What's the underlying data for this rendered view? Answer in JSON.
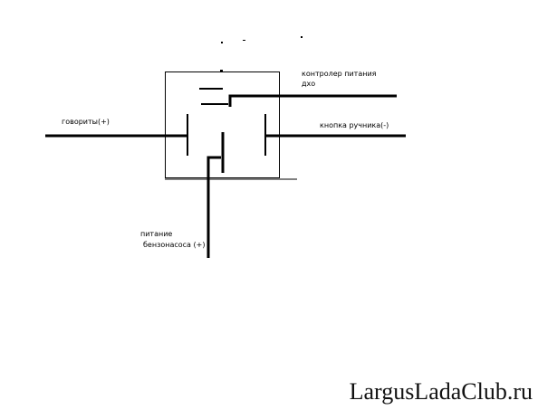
{
  "labels": {
    "controller_line1": "контролер питания",
    "controller_line2": "дхо",
    "goboroity": "говориты(+)",
    "handbrake_button": "кнопка ручника(-)",
    "pump_line1": "питание",
    "pump_line2": "бензонасоса (+)"
  },
  "watermark": "LargusLadaClub.ru"
}
